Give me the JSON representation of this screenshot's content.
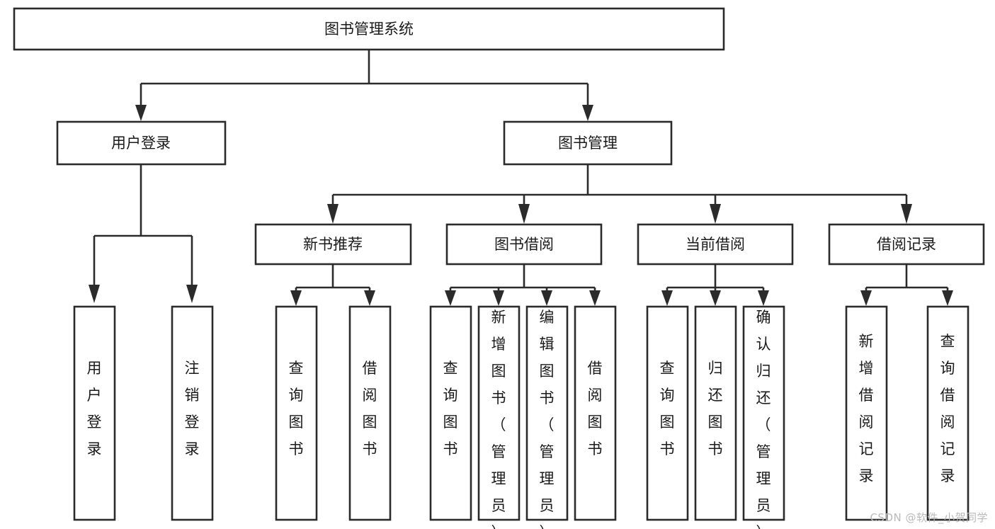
{
  "diagram": {
    "title": "图书管理系统",
    "type": "tree-hierarchy-chart",
    "watermark": "CSDN @软件_小贺同学",
    "colors": {
      "background": "#ffffff",
      "box_fill": "#ffffff",
      "line": "#2b2b2b",
      "text": "#1a1a1a",
      "watermark": "#b9b9b9"
    },
    "root": {
      "label": "图书管理系统"
    },
    "level1": [
      {
        "label": "用户登录"
      },
      {
        "label": "图书管理"
      }
    ],
    "level2": [
      {
        "label": "新书推荐"
      },
      {
        "label": "图书借阅"
      },
      {
        "label": "当前借阅"
      },
      {
        "label": "借阅记录"
      }
    ],
    "leaves": {
      "user_login": [
        {
          "label": "用户登录"
        },
        {
          "label": "注销登录"
        }
      ],
      "new_book_recommend": [
        {
          "label": "查询图书"
        },
        {
          "label": "借阅图书"
        }
      ],
      "book_borrow": [
        {
          "label": "查询图书"
        },
        {
          "label": "新增图书（管理员）"
        },
        {
          "label": "编辑图书（管理员）"
        },
        {
          "label": "借阅图书"
        }
      ],
      "current_borrow": [
        {
          "label": "查询图书"
        },
        {
          "label": "归还图书"
        },
        {
          "label": "确认归还（管理员）"
        }
      ],
      "borrow_record": [
        {
          "label": "新增借阅记录"
        },
        {
          "label": "查询借阅记录"
        }
      ]
    }
  }
}
